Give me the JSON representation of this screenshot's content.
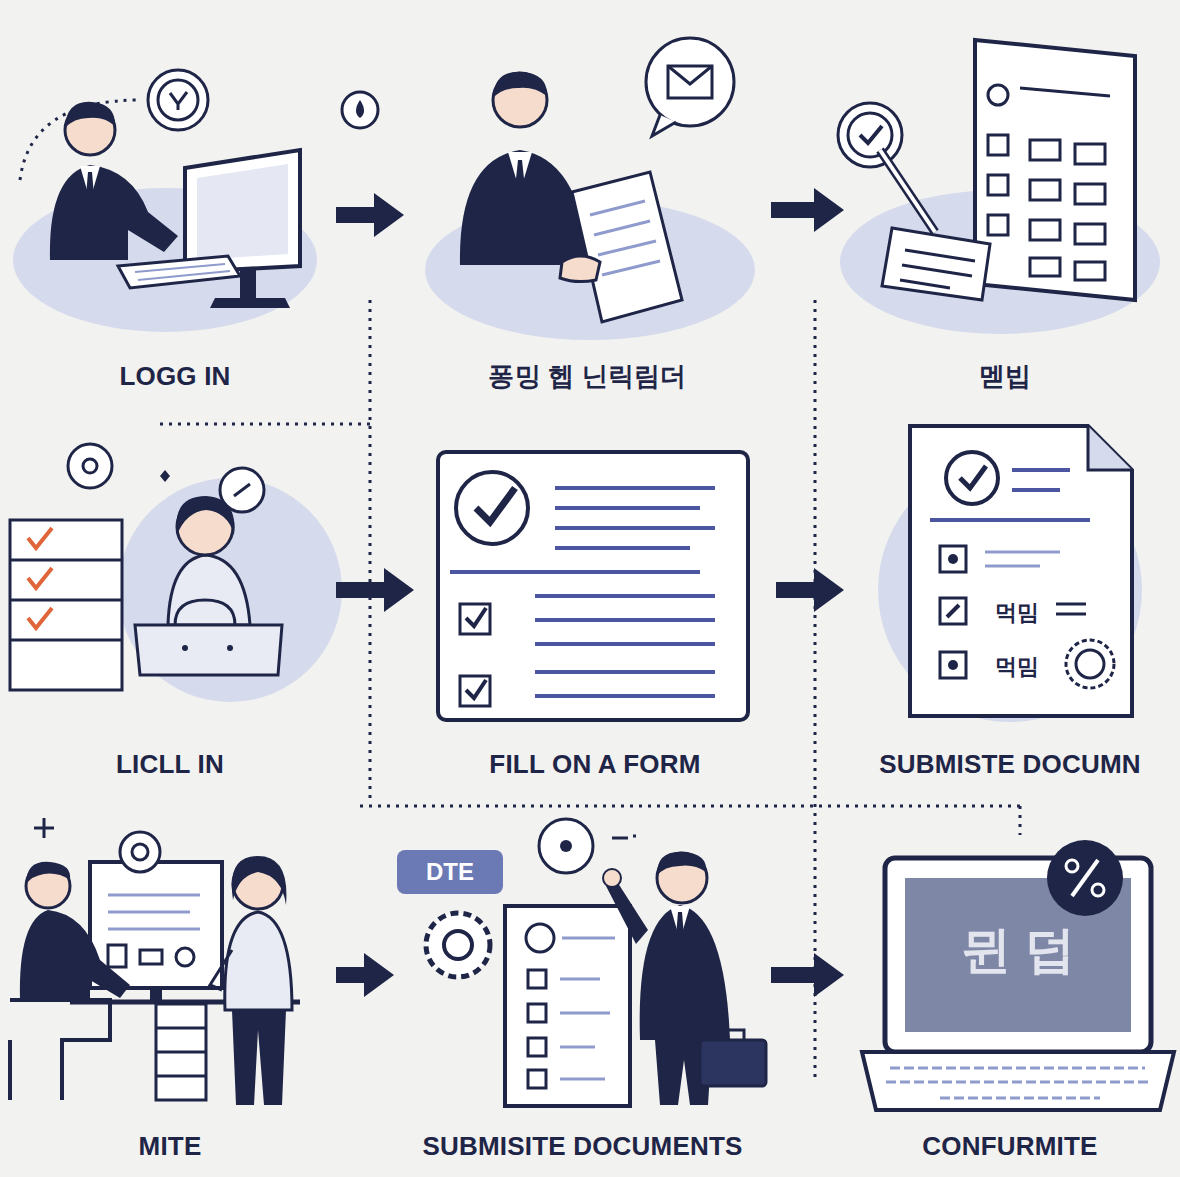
{
  "diagram": {
    "nodes": [
      {
        "text": [
          "LOGG IN"
        ]
      },
      {
        "text": [
          "퐁밍 헵 닌릭림더"
        ]
      },
      {
        "text": [
          "멛빕"
        ]
      },
      {
        "text": [
          "LICLL IN"
        ]
      },
      {
        "text": [
          "FILL ON A FORM"
        ]
      },
      {
        "text": [
          "SUBMISTE DOCUMN"
        ]
      },
      {
        "text": [
          "MITE"
        ]
      },
      {
        "text": [
          "SUBMISITE DOCUMENTS"
        ]
      },
      {
        "text": [
          "CONFURMITE"
        ]
      }
    ],
    "edges": [
      {
        "from": 0,
        "to": 1,
        "arrow": "to"
      },
      {
        "from": 1,
        "to": 2,
        "arrow": "to"
      },
      {
        "from": 3,
        "to": 4,
        "arrow": "to"
      },
      {
        "from": 4,
        "to": 5,
        "arrow": "to"
      },
      {
        "from": 6,
        "to": 7,
        "arrow": "to"
      },
      {
        "from": 7,
        "to": 8,
        "arrow": "to"
      }
    ],
    "labels": [
      "DTE",
      "먹밈",
      "먹밈",
      "뮌 덥"
    ]
  }
}
